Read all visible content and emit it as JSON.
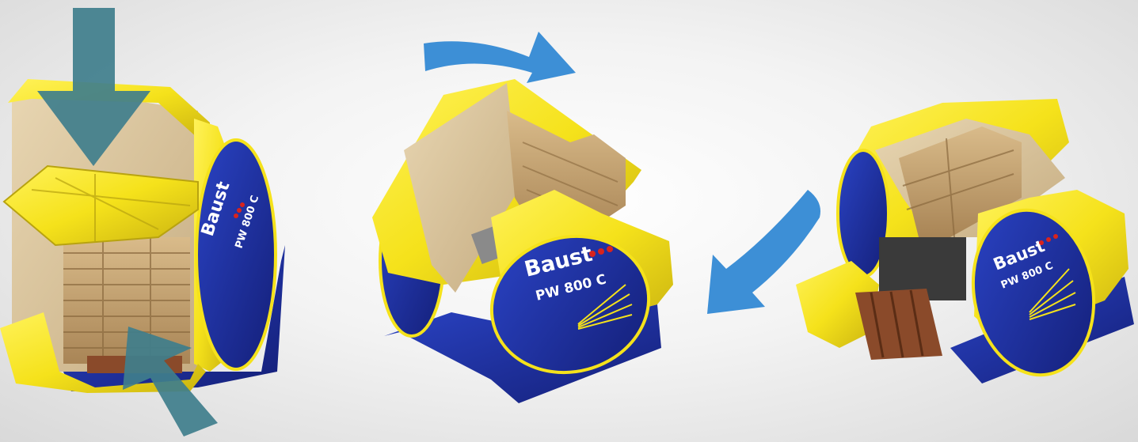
{
  "colors": {
    "machine_yellow": "#f5e21b",
    "machine_blue": "#1c2f9e",
    "arrow_teal": "#3f7e8c",
    "arrow_blue": "#3d8fd6",
    "cardboard": "#d8c29c",
    "sack": "#c9a876",
    "pallet": "#8a4a2a",
    "logo_dot_red": "#d9231d"
  },
  "machines": [
    {
      "brand": "Baust",
      "model": "PW 800 C",
      "stage": "loading"
    },
    {
      "brand": "Baust",
      "model": "PW 800 C",
      "stage": "rotating"
    },
    {
      "brand": "Baust",
      "model": "PW 800 C",
      "stage": "unloading"
    }
  ],
  "arrows": [
    {
      "icon": "down-arrow-icon"
    },
    {
      "icon": "up-arrow-icon"
    },
    {
      "icon": "clockwise-arrow-icon"
    },
    {
      "icon": "return-arrow-icon"
    }
  ]
}
